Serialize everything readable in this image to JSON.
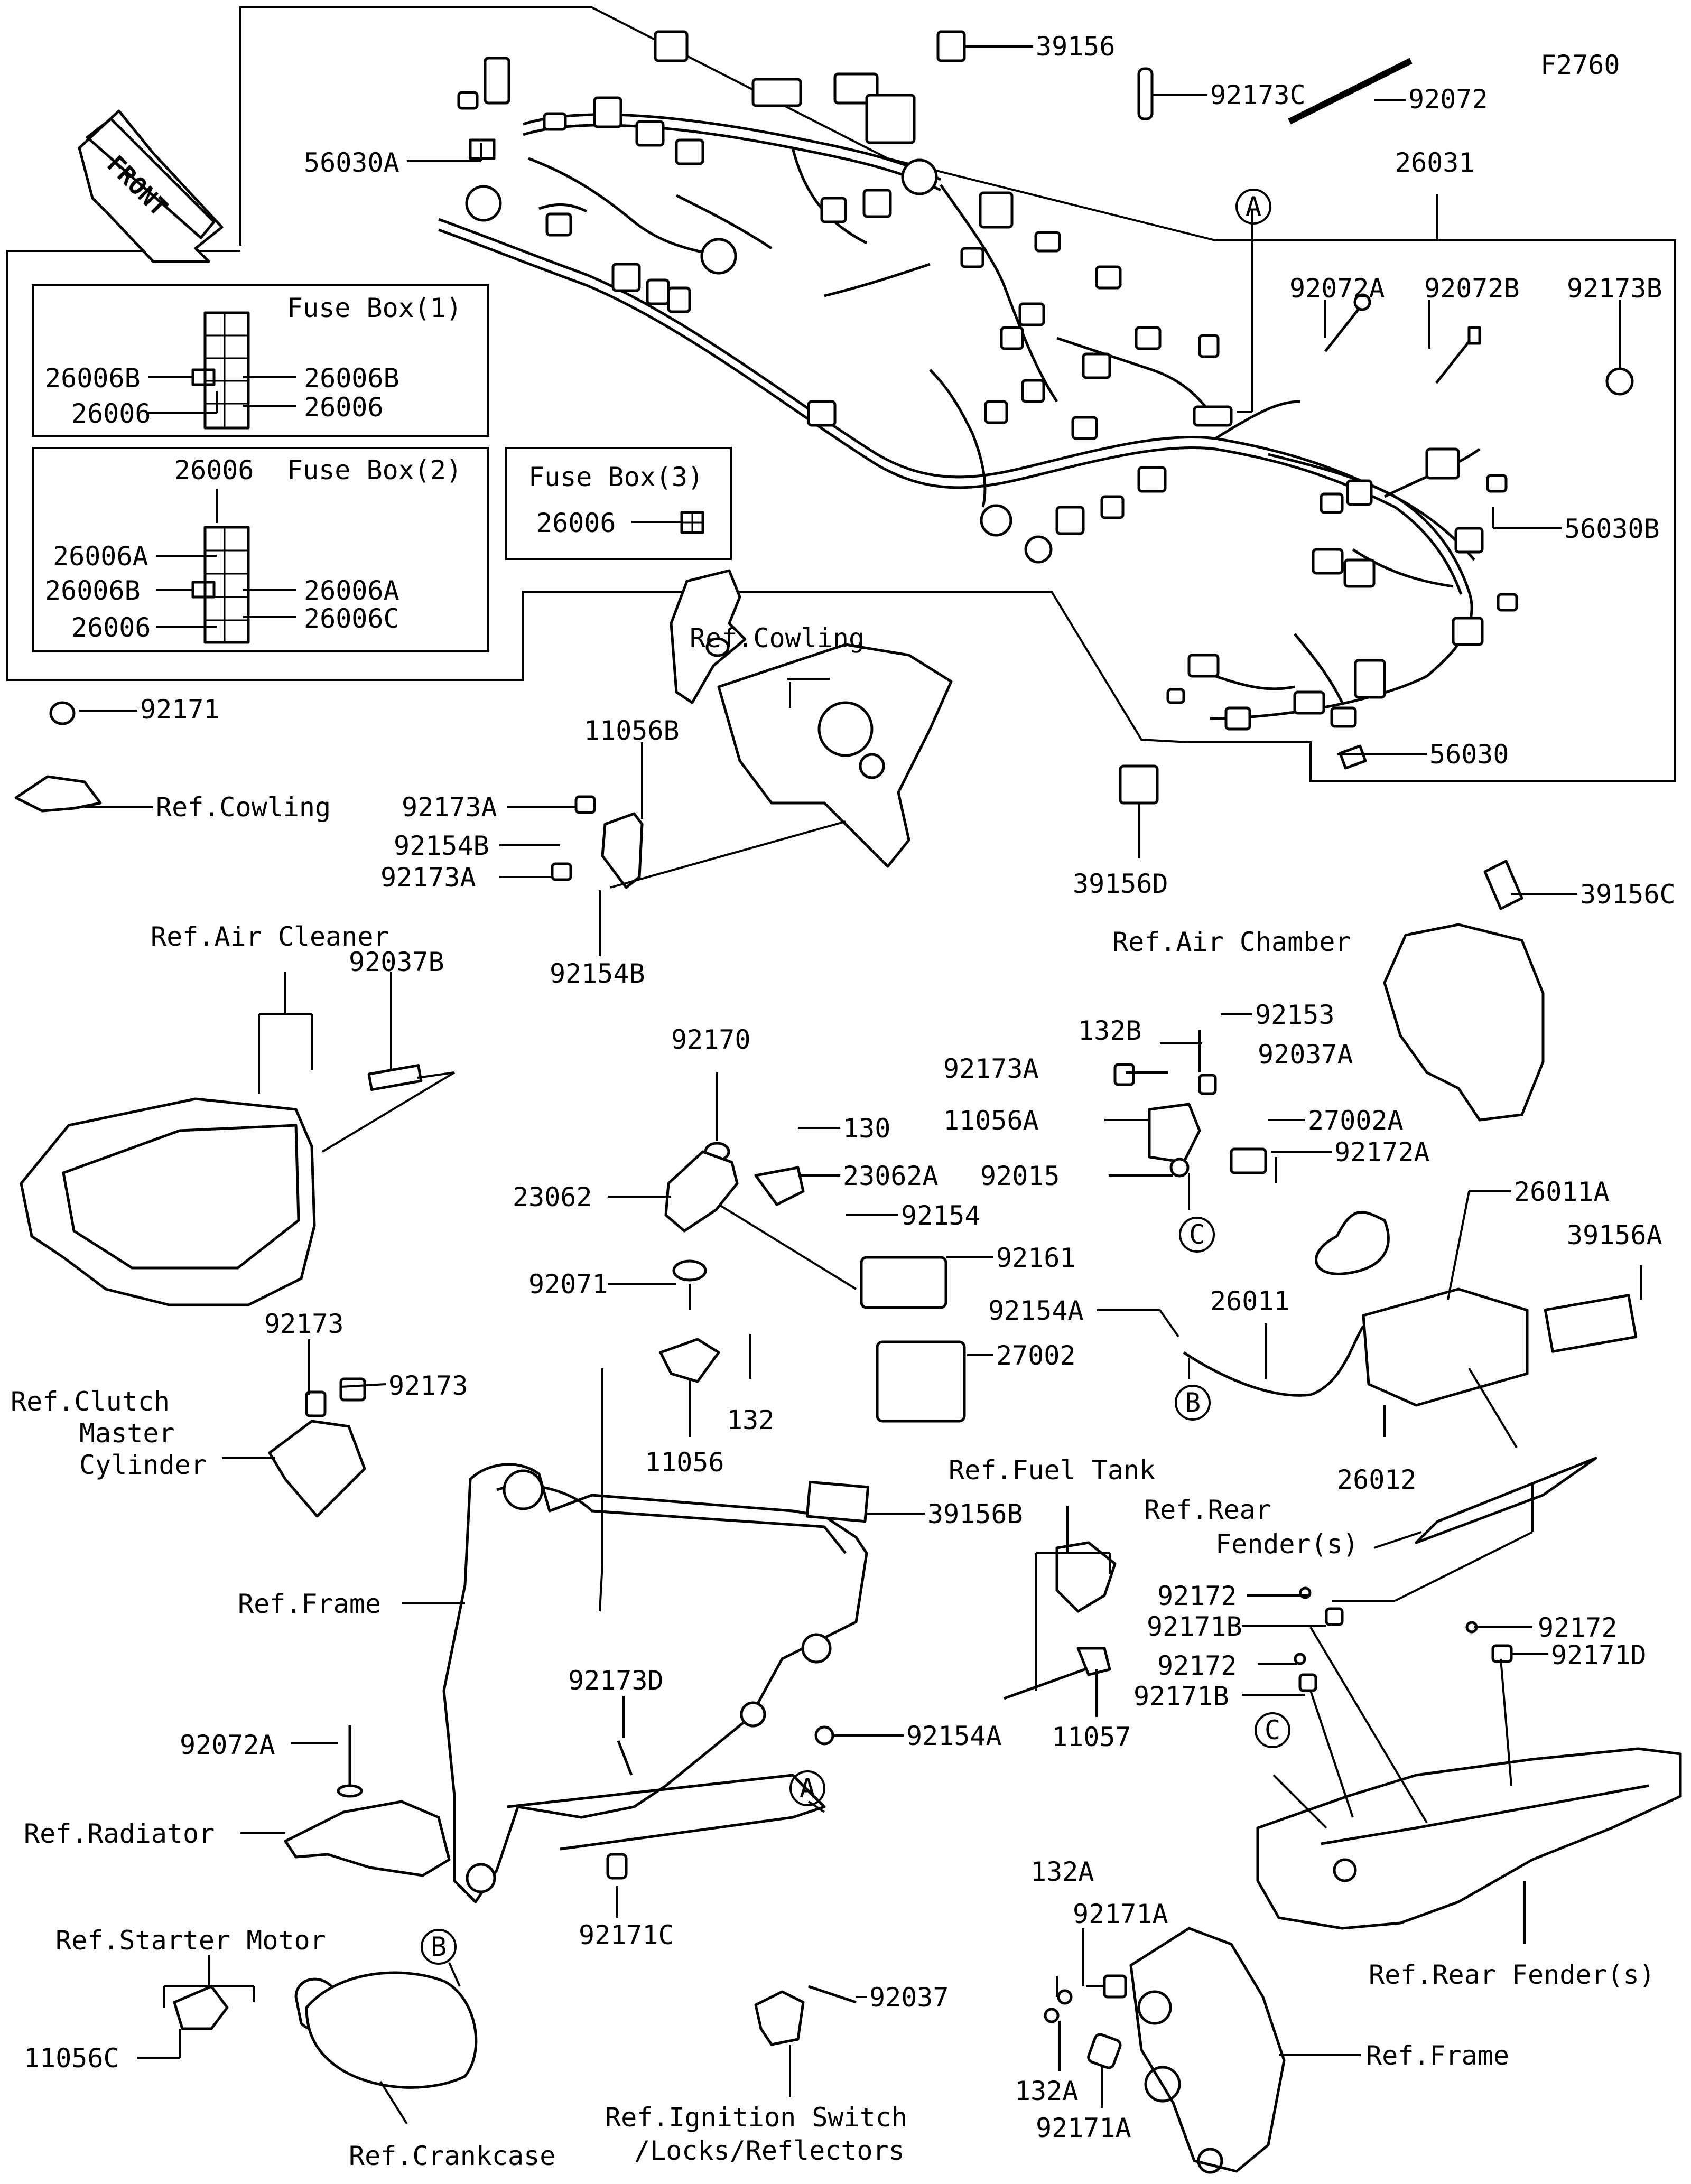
{
  "figure_code": "F2760",
  "front_label": "FRONT",
  "fuse_box_1": {
    "title": "Fuse Box(1)",
    "labels": [
      "26006B",
      "26006B",
      "26006",
      "26006"
    ]
  },
  "fuse_box_2": {
    "title": "Fuse Box(2)",
    "top_label": "26006",
    "labels": [
      "26006A",
      "26006B",
      "26006A",
      "26006",
      "26006C"
    ]
  },
  "fuse_box_3": {
    "title": "Fuse Box(3)",
    "label": "26006"
  },
  "callouts": [
    "A",
    "A",
    "B",
    "B",
    "C",
    "C"
  ],
  "parts": [
    "39156",
    "92173C",
    "92072",
    "56030A",
    "26031",
    "92072A",
    "92072B",
    "92173B",
    "56030B",
    "56030",
    "39156D",
    "39156C",
    "92171",
    "11056B",
    "92173A",
    "92154B",
    "92173A",
    "92154B",
    "92037B",
    "92170",
    "130",
    "23062A",
    "23062",
    "92154",
    "92161",
    "92071",
    "27002",
    "132",
    "11056",
    "92153",
    "132B",
    "92037A",
    "92173A",
    "11056A",
    "27002A",
    "92015",
    "92172A",
    "26011A",
    "39156A",
    "92154A",
    "26011",
    "26012",
    "92173",
    "92173",
    "39156B",
    "92173D",
    "92072A",
    "92154A",
    "92171C",
    "92172",
    "92171B",
    "92172",
    "92171B",
    "92172",
    "92171D",
    "11057",
    "132A",
    "92171A",
    "132A",
    "92171A",
    "92037",
    "11056C"
  ],
  "references": [
    "Ref.Cowling",
    "Ref.Cowling",
    "Ref.Air Cleaner",
    "Ref.Air Chamber",
    "Ref.Clutch",
    "Master",
    "Cylinder",
    "Ref.Fuel Tank",
    "Ref.Rear",
    "Fender(s)",
    "Ref.Frame",
    "Ref.Radiator",
    "Ref.Starter Motor",
    "Ref.Crankcase",
    "Ref.Ignition Switch",
    "/Locks/Reflectors",
    "Ref.Rear Fender(s)",
    "Ref.Frame"
  ]
}
